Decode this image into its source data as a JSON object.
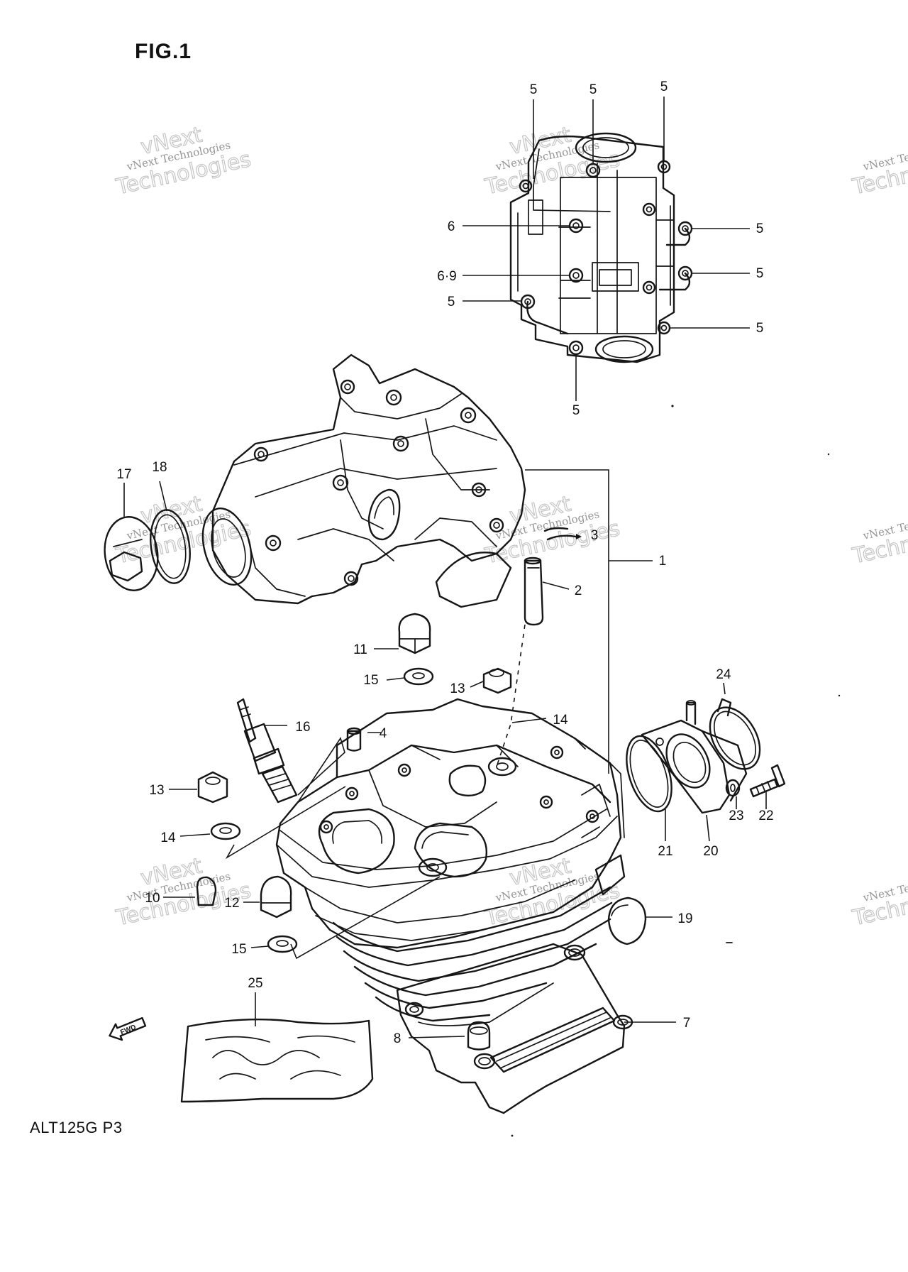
{
  "figure": {
    "title": "FIG.1",
    "code": "ALT125G  P3"
  },
  "watermark": {
    "line1": "vNext Technologies",
    "line2": "Technologies",
    "top": "vNext"
  },
  "fwd_label": "FWD",
  "callouts": [
    {
      "id": "c5a",
      "text": "5"
    },
    {
      "id": "c5b",
      "text": "5"
    },
    {
      "id": "c5c",
      "text": "5"
    },
    {
      "id": "c6",
      "text": "6"
    },
    {
      "id": "c5d",
      "text": "5"
    },
    {
      "id": "c69",
      "text": "6·9"
    },
    {
      "id": "c5e",
      "text": "5"
    },
    {
      "id": "c5f",
      "text": "5"
    },
    {
      "id": "c5g",
      "text": "5"
    },
    {
      "id": "c5h",
      "text": "5"
    },
    {
      "id": "c17",
      "text": "17"
    },
    {
      "id": "c18",
      "text": "18"
    },
    {
      "id": "c3",
      "text": "3"
    },
    {
      "id": "c1",
      "text": "1"
    },
    {
      "id": "c2",
      "text": "2"
    },
    {
      "id": "c11",
      "text": "11"
    },
    {
      "id": "c15a",
      "text": "15"
    },
    {
      "id": "c13a",
      "text": "13"
    },
    {
      "id": "c14a",
      "text": "14"
    },
    {
      "id": "c16",
      "text": "16"
    },
    {
      "id": "c4",
      "text": "4"
    },
    {
      "id": "c13b",
      "text": "13"
    },
    {
      "id": "c14b",
      "text": "14"
    },
    {
      "id": "c24",
      "text": "24"
    },
    {
      "id": "c22",
      "text": "22"
    },
    {
      "id": "c23",
      "text": "23"
    },
    {
      "id": "c21",
      "text": "21"
    },
    {
      "id": "c20",
      "text": "20"
    },
    {
      "id": "c10",
      "text": "10"
    },
    {
      "id": "c12",
      "text": "12"
    },
    {
      "id": "c19",
      "text": "19"
    },
    {
      "id": "c15b",
      "text": "15"
    },
    {
      "id": "c25",
      "text": "25"
    },
    {
      "id": "c8",
      "text": "8"
    },
    {
      "id": "c7",
      "text": "7"
    }
  ]
}
